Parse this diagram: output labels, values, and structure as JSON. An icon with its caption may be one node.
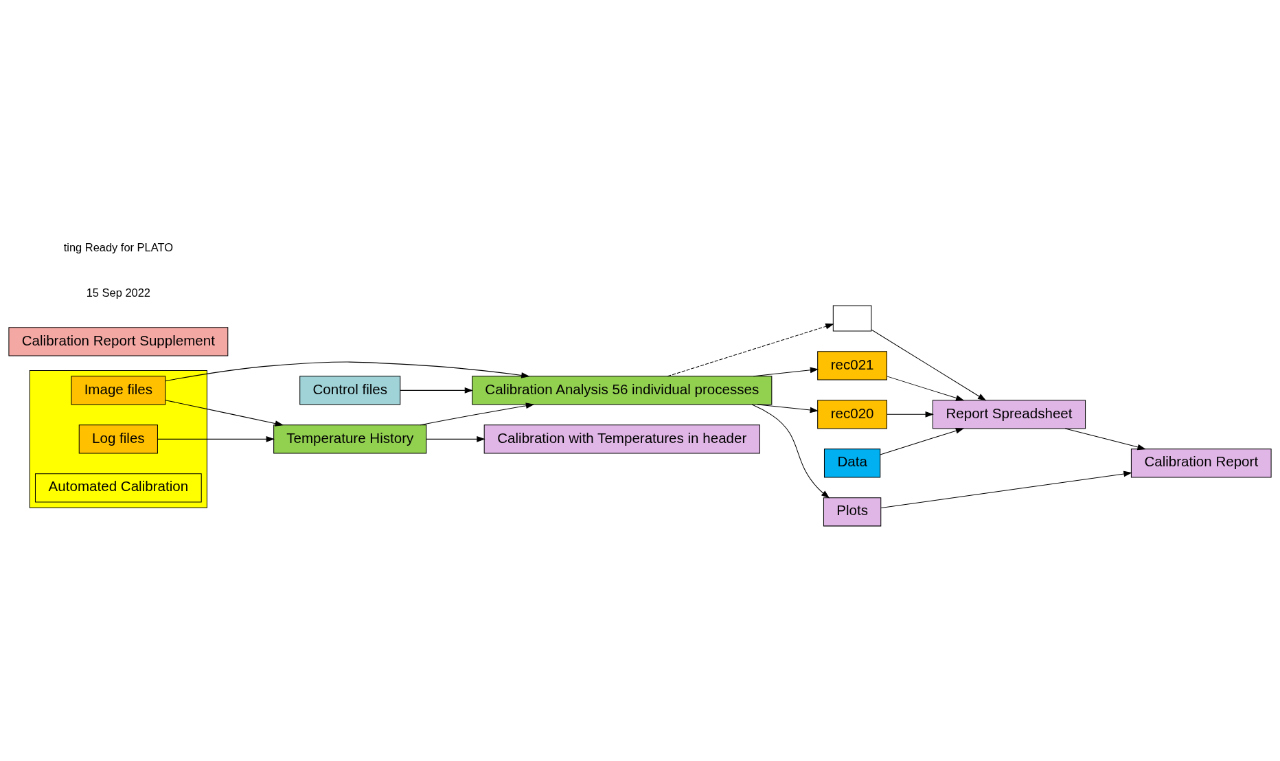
{
  "diagram": {
    "nodes": [
      {
        "text": [],
        "shape": "box"
      },
      {
        "text": [
          "Log files"
        ],
        "in": 0
      },
      {
        "text": [
          "Image files"
        ],
        "in": 0
      },
      {
        "text": [
          "Automated Calibration"
        ],
        "in": 0
      },
      {
        "text": [
          "Data"
        ]
      },
      {
        "text": [
          "Temperature History"
        ]
      },
      {
        "text": [
          "Calibration Analysis 56 individual processes"
        ]
      },
      {
        "text": [],
        "shape": "box"
      },
      {
        "text": [
          "rec021"
        ]
      },
      {
        "text": [
          "rec020"
        ]
      },
      {
        "text": [
          "Control files"
        ]
      },
      {
        "text": [
          "Calibration Report Supplement"
        ]
      },
      {
        "text": [
          "Calibration with Temperatures in header"
        ]
      },
      {
        "text": [
          "Calibration Report"
        ]
      },
      {
        "text": [
          "Report Spreadsheet"
        ]
      },
      {
        "text": [
          "Plots"
        ]
      }
    ],
    "edges": [
      {
        "from": 1,
        "to": 5,
        "arrow": "to"
      },
      {
        "from": 2,
        "to": 5,
        "arrow": "to"
      },
      {
        "from": 2,
        "to": 6,
        "arrow": "to"
      },
      {
        "from": 4,
        "to": 14,
        "arrow": "to"
      },
      {
        "from": 5,
        "to": 12,
        "arrow": "to"
      },
      {
        "from": 5,
        "to": 6,
        "arrow": "to"
      },
      {
        "from": 6,
        "to": 7,
        "arrow": "to",
        "style": "dashed"
      },
      {
        "from": 6,
        "to": 8,
        "arrow": "to"
      },
      {
        "from": 6,
        "to": 9,
        "arrow": "to"
      },
      {
        "from": 7,
        "to": 14,
        "arrow": "to"
      },
      {
        "from": 8,
        "to": 14,
        "arrow": "to"
      },
      {
        "from": 9,
        "to": 14,
        "arrow": "to"
      },
      {
        "from": 14,
        "to": 13,
        "arrow": "to"
      },
      {
        "from": 15,
        "to": 13,
        "arrow": "to"
      },
      {
        "from": 6,
        "to": 15,
        "arrow": "to"
      },
      {
        "from": 10,
        "to": 6,
        "arrow": "to"
      }
    ],
    "labels": [
      "15 Sep 2022",
      "ting Ready for PLATO"
    ]
  }
}
